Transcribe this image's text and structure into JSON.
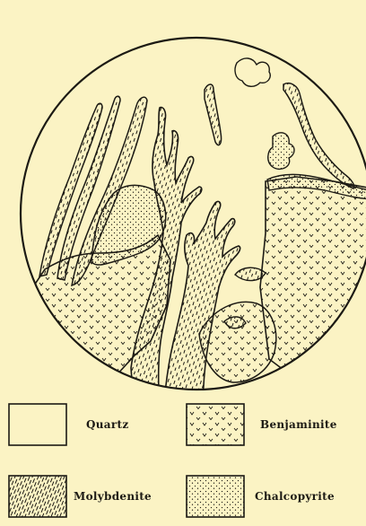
{
  "legend": {
    "quartz": "Quartz",
    "benjaminite": "Benjaminite",
    "molybdenite": "Molybdenite",
    "chalcopyrite": "Chalcopyrite"
  },
  "colors": {
    "background": "#fbf3c4",
    "ink": "#1c1a14"
  }
}
